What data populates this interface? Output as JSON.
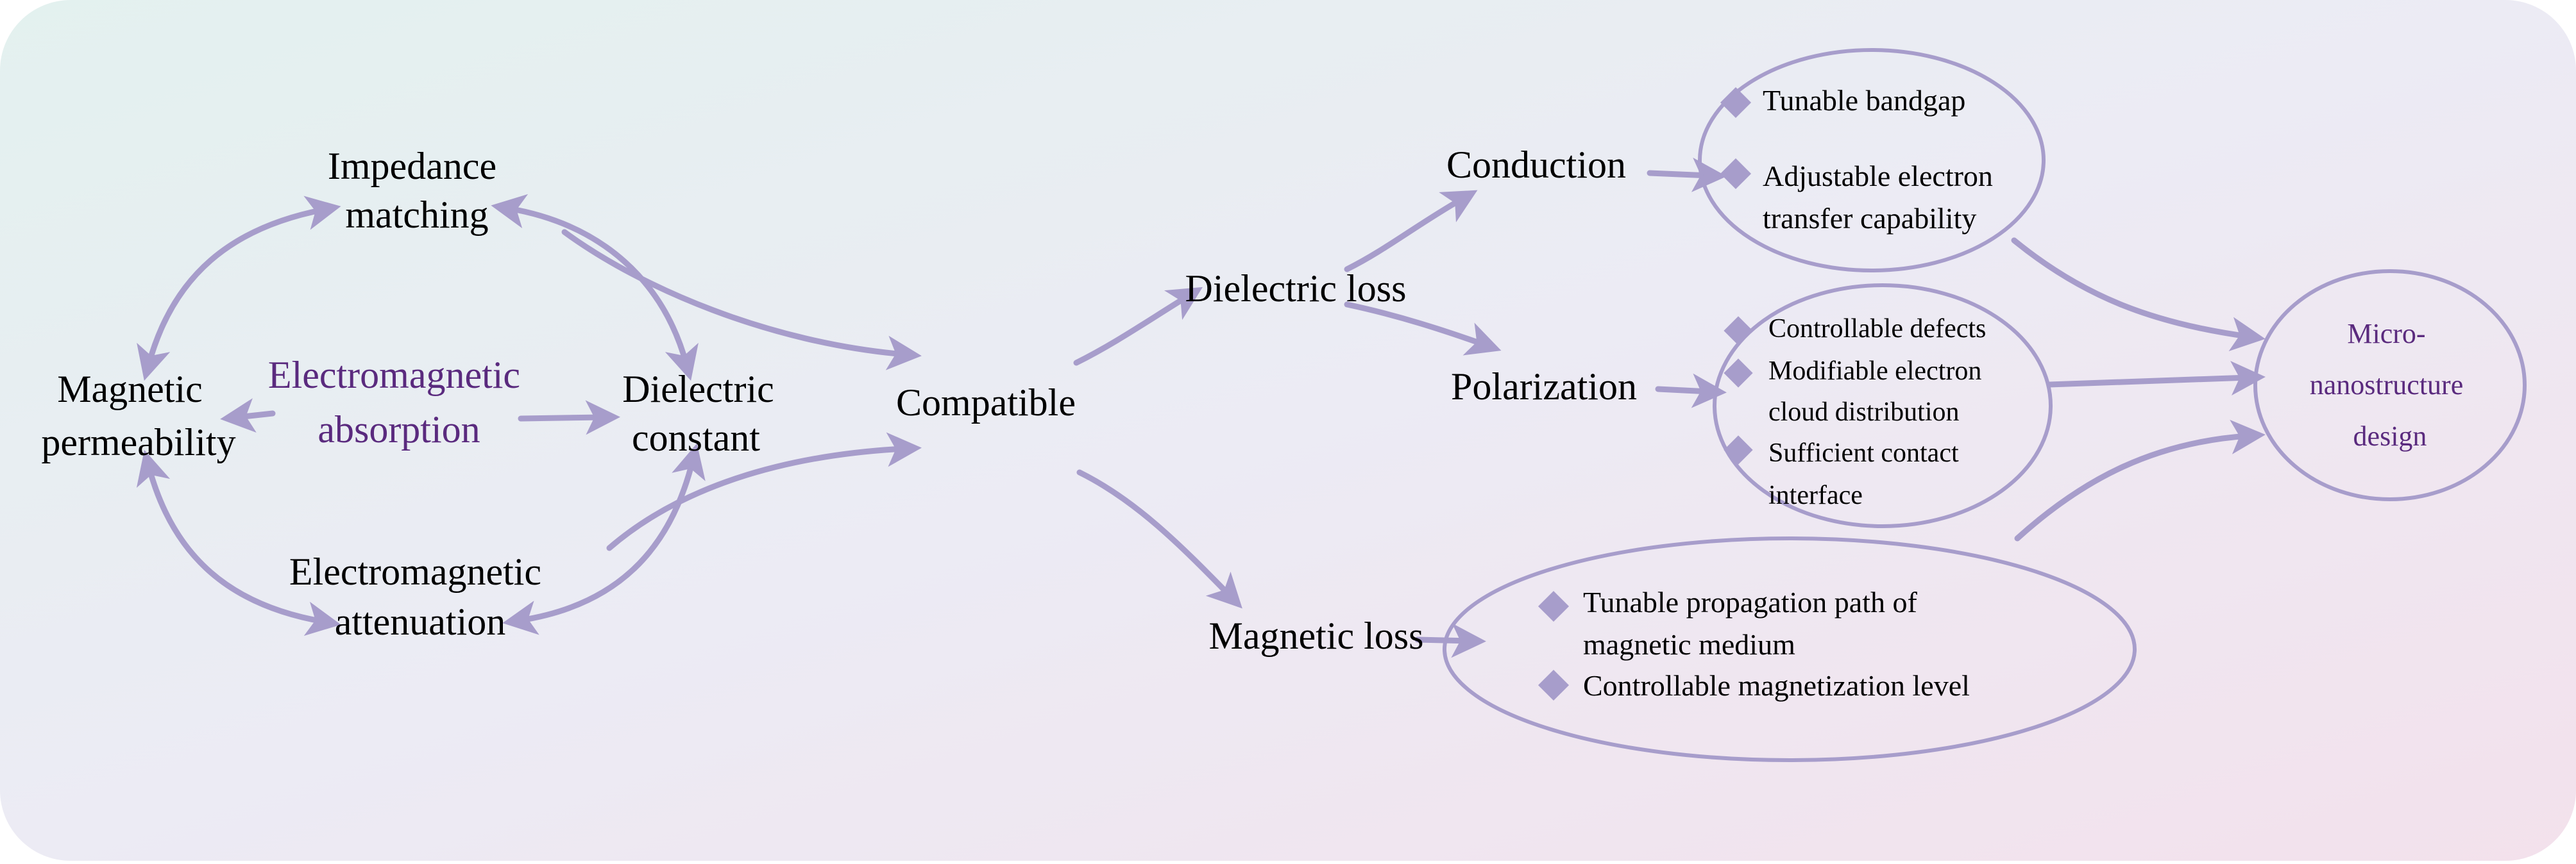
{
  "colors": {
    "accent": "#a79dcb",
    "purple_text": "#5a2a7e",
    "bg_left": "#e3f1ef",
    "bg_right": "#f3e1ec"
  },
  "nodes": {
    "impedance": [
      "Impedance",
      "matching"
    ],
    "magnetic_perm": [
      "Magnetic",
      "permeability"
    ],
    "em_absorption": [
      "Electromagnetic",
      "absorption"
    ],
    "dielectric_const": [
      "Dielectric",
      "constant"
    ],
    "em_attenuation": [
      "Electromagnetic",
      "attenuation"
    ],
    "compatible": "Compatible",
    "dielectric_loss": "Dielectric loss",
    "magnetic_loss": "Magnetic loss",
    "conduction": "Conduction",
    "polarization": "Polarization",
    "micro": [
      "Micro-",
      "nanostructure",
      "design"
    ]
  },
  "conduction_items": [
    [
      "Tunable bandgap"
    ],
    [
      "Adjustable electron",
      "transfer capability"
    ]
  ],
  "polarization_items": [
    [
      "Controllable defects"
    ],
    [
      "Modifiable electron",
      "cloud distribution"
    ],
    [
      "Sufficient contact",
      "interface"
    ]
  ],
  "magnetic_items": [
    [
      "Tunable propagation path of",
      "magnetic medium"
    ],
    [
      "Controllable magnetization level"
    ]
  ]
}
